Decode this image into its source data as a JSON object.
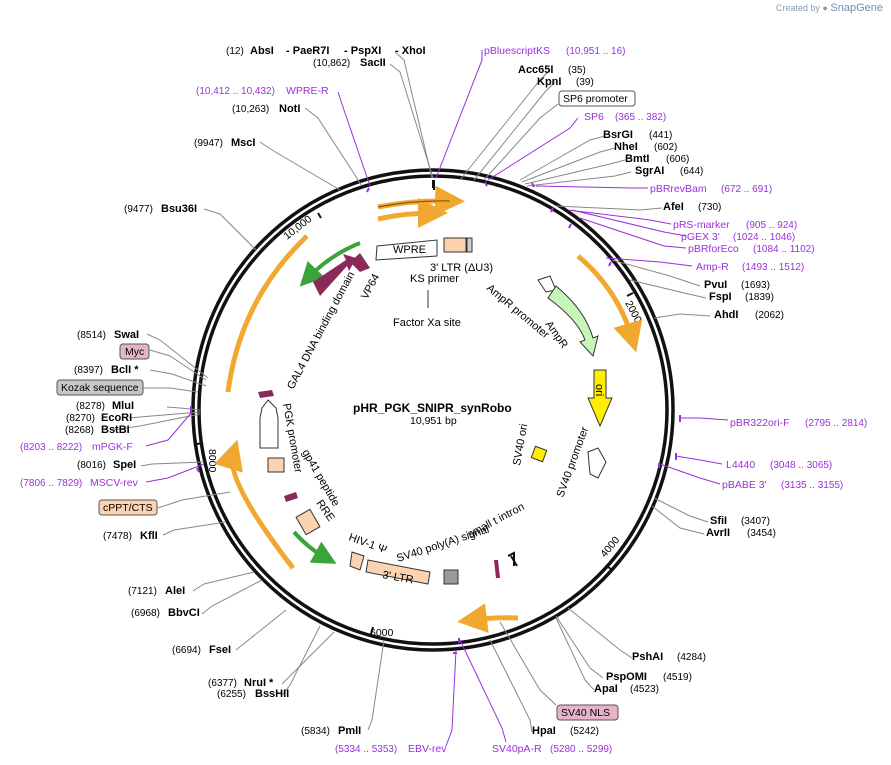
{
  "credit": {
    "prefix": "Created by",
    "brand": "SnapGene"
  },
  "map": {
    "name": "pHR_PGK_SNIPR_synRobo",
    "length": "10,951 bp"
  },
  "ticks": {
    "t2000": "2000",
    "t4000": "4000",
    "t6000": "6000",
    "t8000": "8000",
    "t10000": "10,000"
  },
  "sites": {
    "absi": {
      "name": "AbsI",
      "pos": "(12)"
    },
    "paer7i": {
      "name": "PaeR7I"
    },
    "pspxi": {
      "name": "PspXI"
    },
    "xhoi": {
      "name": "XhoI"
    },
    "sacii": {
      "name": "SacII",
      "pos": "(10,862)"
    },
    "acc65i": {
      "name": "Acc65I",
      "pos": "(35)"
    },
    "kpni": {
      "name": "KpnI",
      "pos": "(39)"
    },
    "bsrgi": {
      "name": "BsrGI",
      "pos": "(441)"
    },
    "nhei": {
      "name": "NheI",
      "pos": "(602)"
    },
    "bmti": {
      "name": "BmtI",
      "pos": "(606)"
    },
    "sgrai": {
      "name": "SgrAI",
      "pos": "(644)"
    },
    "afei": {
      "name": "AfeI",
      "pos": "(730)"
    },
    "pvui": {
      "name": "PvuI",
      "pos": "(1693)"
    },
    "fspi": {
      "name": "FspI",
      "pos": "(1839)"
    },
    "ahdi": {
      "name": "AhdI",
      "pos": "(2062)"
    },
    "sfii": {
      "name": "SfiI",
      "pos": "(3407)"
    },
    "avrii": {
      "name": "AvrII",
      "pos": "(3454)"
    },
    "pshai": {
      "name": "PshAI",
      "pos": "(4284)"
    },
    "pspomi": {
      "name": "PspOMI",
      "pos": "(4519)"
    },
    "apai": {
      "name": "ApaI",
      "pos": "(4523)"
    },
    "hpai": {
      "name": "HpaI",
      "pos": "(5242)"
    },
    "pmli": {
      "name": "PmlI",
      "pos": "(5834)"
    },
    "nrui": {
      "name": "NruI *",
      "pos": "(6377)"
    },
    "bsshii": {
      "name": "BssHII",
      "pos": "(6255)"
    },
    "fsei": {
      "name": "FseI",
      "pos": "(6694)"
    },
    "bbvci": {
      "name": "BbvCI",
      "pos": "(6968)"
    },
    "alei": {
      "name": "AleI",
      "pos": "(7121)"
    },
    "kfli": {
      "name": "KflI",
      "pos": "(7478)"
    },
    "spei": {
      "name": "SpeI",
      "pos": "(8016)"
    },
    "mlui": {
      "name": "MluI",
      "pos": "(8278)"
    },
    "ecori": {
      "name": "EcoRI",
      "pos": "(8270)"
    },
    "bstbi": {
      "name": "BstBI",
      "pos": "(8268)"
    },
    "bcli": {
      "name": "BclI *",
      "pos": "(8397)"
    },
    "swai": {
      "name": "SwaI",
      "pos": "(8514)"
    },
    "bsu36i": {
      "name": "Bsu36I",
      "pos": "(9477)"
    },
    "msci": {
      "name": "MscI",
      "pos": "(9947)"
    },
    "noti": {
      "name": "NotI",
      "pos": "(10,263)"
    }
  },
  "primers": {
    "pbluescriptks": {
      "name": "pBluescriptKS",
      "range": "(10,951 .. 16)"
    },
    "wprer": {
      "name": "WPRE-R",
      "range": "(10,412 .. 10,432)"
    },
    "sp6": {
      "name": "SP6",
      "range": "(365 .. 382)"
    },
    "pbrrevbam": {
      "name": "pBRrevBam",
      "range": "(672 .. 691)"
    },
    "prsmarker": {
      "name": "pRS-marker",
      "range": "(905 .. 924)"
    },
    "pgex3": {
      "name": "pGEX 3'",
      "range": "(1024 .. 1046)"
    },
    "pbrforeco": {
      "name": "pBRforEco",
      "range": "(1084 .. 1102)"
    },
    "ampr": {
      "name": "Amp-R",
      "range": "(1493 .. 1512)"
    },
    "pbr322ori": {
      "name": "pBR322ori-F",
      "range": "(2795 .. 2814)"
    },
    "l4440": {
      "name": "L4440",
      "range": "(3048 .. 3065)"
    },
    "pbabe3": {
      "name": "pBABE 3'",
      "range": "(3135 .. 3155)"
    },
    "sv40par": {
      "name": "SV40pA-R",
      "range": "(5280 .. 5299)"
    },
    "ebvrev": {
      "name": "EBV-rev",
      "range": "(5334 .. 5353)"
    },
    "msvcrev": {
      "name": "MSCV-rev",
      "range": "(7806 .. 7829)"
    },
    "mpgkf": {
      "name": "mPGK-F",
      "range": "(8203 .. 8222)"
    }
  },
  "boxed": {
    "sp6promoter": "SP6 promoter",
    "myc": "Myc",
    "kozak": "Kozak sequence",
    "cppt": "cPPT/CTS",
    "sv40nls": "SV40 NLS"
  },
  "features": {
    "wpre": "WPRE",
    "ltr3": "3' LTR (ΔU3)",
    "ksprimer": "KS primer",
    "factorxa": "Factor Xa site",
    "vp64": "VP64",
    "gal4": "GAL4 DNA binding domain",
    "ampr_promoter": "AmpR promoter",
    "ampr": "AmpR",
    "ori": "ori",
    "sv40ori": "SV40 ori",
    "sv40promoter": "SV40 promoter",
    "smallt": "small t intron",
    "sv40polya": "SV40 poly(A) signal",
    "ltr3b": "3' LTR",
    "hivpsi": "HIV-1 Ψ",
    "rre": "RRE",
    "gp41": "gp41 peptide",
    "pgk": "PGK promoter"
  },
  "colors": {
    "orange_arrow": "#f0a830",
    "green_arrow": "#3aa43a",
    "maroon": "#8b2a5a",
    "peach": "#fbd3b0",
    "ori_yellow": "#ffee00",
    "sv40_yellow": "#ffee00",
    "primer_purple": "#9b30d9",
    "ampr_green": "#c8f5b8"
  }
}
